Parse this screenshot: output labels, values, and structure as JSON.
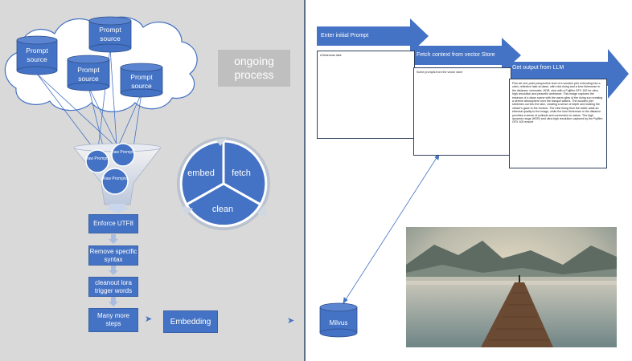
{
  "colors": {
    "primary": "#4472c4",
    "panel_bg": "#d9d9d9",
    "badge_bg": "#bfbfbf"
  },
  "sources": {
    "labels": [
      "Prompt source",
      "Prompt source",
      "Prompt source",
      "Prompt source"
    ]
  },
  "funnel": {
    "items": [
      "Raw Prompts",
      "Raw Prompts",
      "Raw Prompts"
    ]
  },
  "steps": [
    "Enforce UTF8",
    "Remove specific syntax",
    "cleanout lora trigger words",
    "Many more steps"
  ],
  "embedding_label": "Embedding",
  "badge": "ongoing process",
  "cycle": {
    "embed": "embed",
    "fetch": "fetch",
    "clean": "clean"
  },
  "pipeline": {
    "step1": "Enter initial Prompt",
    "step2": "Fetch context from vector Store",
    "step3": "Get output from LLM",
    "doc1_text": "A fisherman lake",
    "doc2_text": "Some prompts from the vector store",
    "doc3_text": "Fine-art one-point perspective shot of a wooden pier extending into a calm, reflective lake at dawn, with mist rising and a lone fisherman in the distance; cinematic, HDR, shot with a Fujifilm GFX 100 for ultra-high resolution and peaceful ambiance. This image captures the essence of a dawn scene with the warm glow of the rising sun creating a serene atmosphere over the tranquil waters. The wooden pier stretches out into the lake, creating a sense of depth and leading the viewer's gaze to the horizon. The mist rising from the water adds an ethereal quality to the image, while the lone fisherman in the distance provides a sense of solitude and connection to nature. The high dynamic range (HDR) and ultra-high resolution captured by the Fujifilm GFX 100 ensure"
  },
  "milvus": "Milvus"
}
